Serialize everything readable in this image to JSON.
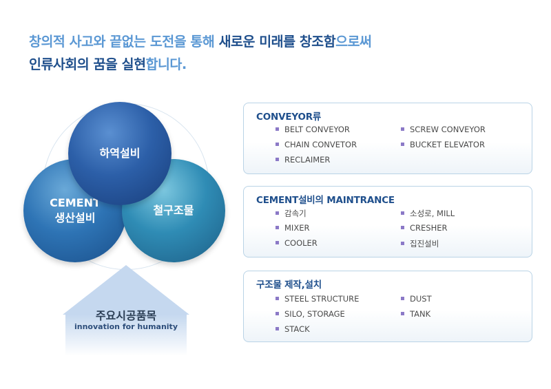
{
  "headline": {
    "line1_a": "창의적 사고와 끝없는 도전을 통해 ",
    "line1_b": "새로운 미래를 창조함",
    "line1_c": "으로써",
    "line2_a": "인류사회의 꿈을 실현",
    "line2_b": "합니다."
  },
  "diagram": {
    "top_circle": "하역설비",
    "left_circle_line1": "CEMENT",
    "left_circle_line2": "생산설비",
    "right_circle": "철구조물",
    "arrow_title": "주요시공품목",
    "arrow_subtitle": "innovation for humanity"
  },
  "boxes": [
    {
      "title": "CONVEYOR류",
      "left_items": [
        "BELT CONVEYOR",
        "CHAIN CONVETOR",
        "RECLAIMER"
      ],
      "right_items": [
        "SCREW CONVEYOR",
        "BUCKET ELEVATOR"
      ]
    },
    {
      "title": "CEMENT설비의 MAINTRANCE",
      "left_items": [
        "감속기",
        "MIXER",
        "COOLER"
      ],
      "right_items": [
        "소성로, MILL",
        "CRESHER",
        "집진설비"
      ]
    },
    {
      "title": "구조물 제작,설치",
      "left_items": [
        "STEEL STRUCTURE",
        "SILO, STORAGE",
        "STACK"
      ],
      "right_items": [
        "DUST",
        "TANK"
      ]
    }
  ],
  "colors": {
    "headline_light": "#5b98d4",
    "headline_dark": "#1f4f8c",
    "bullet": "#8b79c7"
  }
}
